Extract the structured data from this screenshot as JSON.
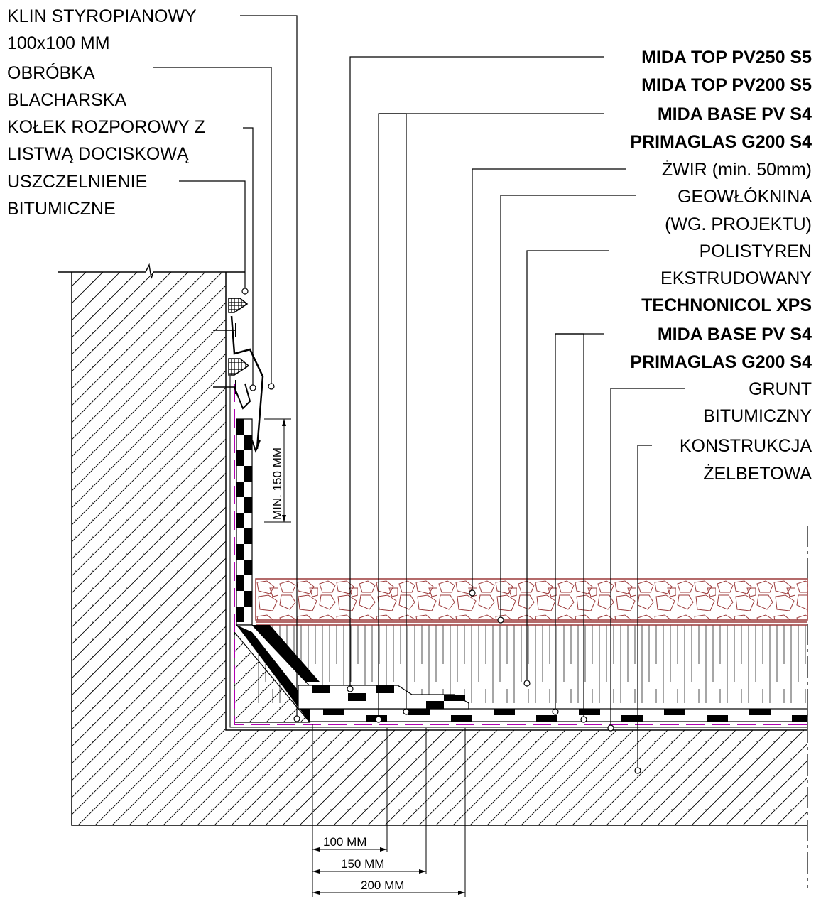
{
  "labels_left": {
    "klin_1": "KLIN STYROPIANOWY",
    "klin_2": "100x100 MM",
    "obrobka_1": "OBRÓBKA",
    "obrobka_2": "BLACHARSKA",
    "kolek_1": "KOŁEK ROZPOROWY Z",
    "kolek_2": "LISTWĄ DOCISKOWĄ",
    "uszcz_1": "USZCZELNIENIE",
    "uszcz_2": "BITUMICZNE"
  },
  "labels_right": {
    "top1": "MIDA TOP PV250 S5",
    "top2": "MIDA TOP PV200 S5",
    "base1": "MIDA BASE PV S4",
    "base2": "PRIMAGLAS G200 S4",
    "zwir": "ŻWIR (min. 50mm)",
    "geo_1": "GEOWŁÓKNINA",
    "geo_2": "(WG. PROJEKTU)",
    "pol_1": "POLISTYREN",
    "pol_2": "EKSTRUDOWANY",
    "pol_3": "TECHNONICOL XPS",
    "base3": "MIDA BASE PV S4",
    "base4": "PRIMAGLAS G200 S4",
    "grunt_1": "GRUNT",
    "grunt_2": "BITUMICZNY",
    "konst_1": "KONSTRUKCJA",
    "konst_2": "ŻELBETOWA"
  },
  "dimensions": {
    "min150": "MIN. 150 MM",
    "d100": "100 MM",
    "d150": "150 MM",
    "d200": "200 MM"
  },
  "colors": {
    "gravel": "#9c3a3a",
    "primer_dash": "#b000b0",
    "membrane": "#000000"
  }
}
